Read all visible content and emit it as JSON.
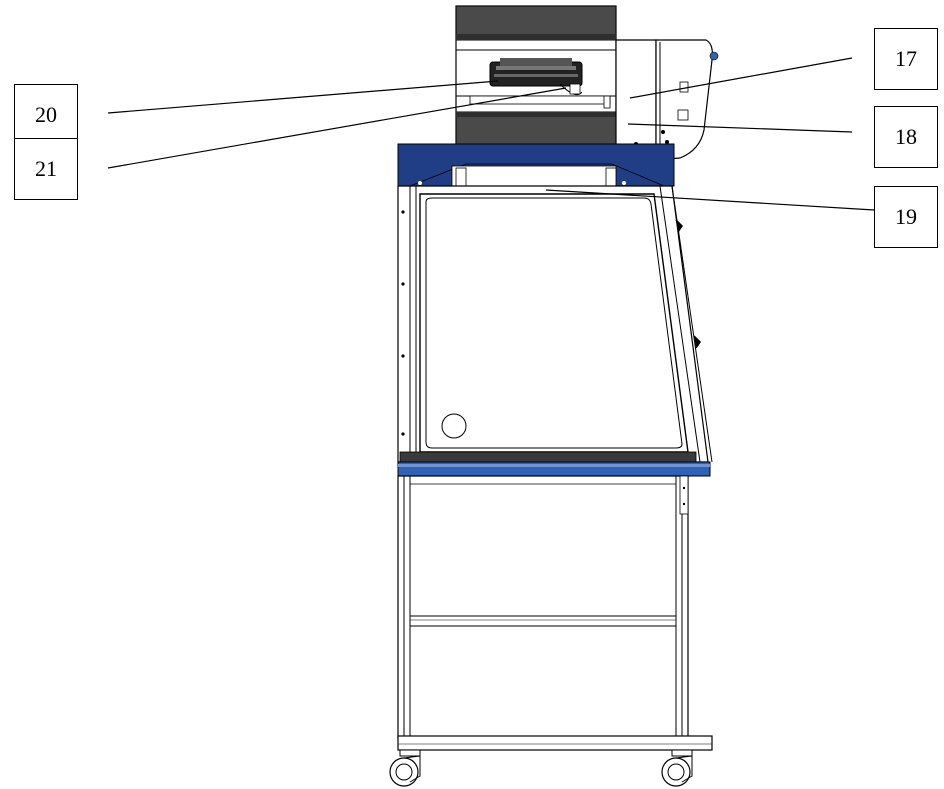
{
  "callouts": [
    {
      "id": "17",
      "label": "17"
    },
    {
      "id": "18",
      "label": "18"
    },
    {
      "id": "19",
      "label": "19"
    },
    {
      "id": "20",
      "label": "20"
    },
    {
      "id": "21",
      "label": "21"
    }
  ],
  "colors": {
    "frame_blue": "#1f3e86",
    "worktop_blue": "#2d62b4",
    "blower_dark": "#3a3a3a",
    "line": "#000000"
  }
}
